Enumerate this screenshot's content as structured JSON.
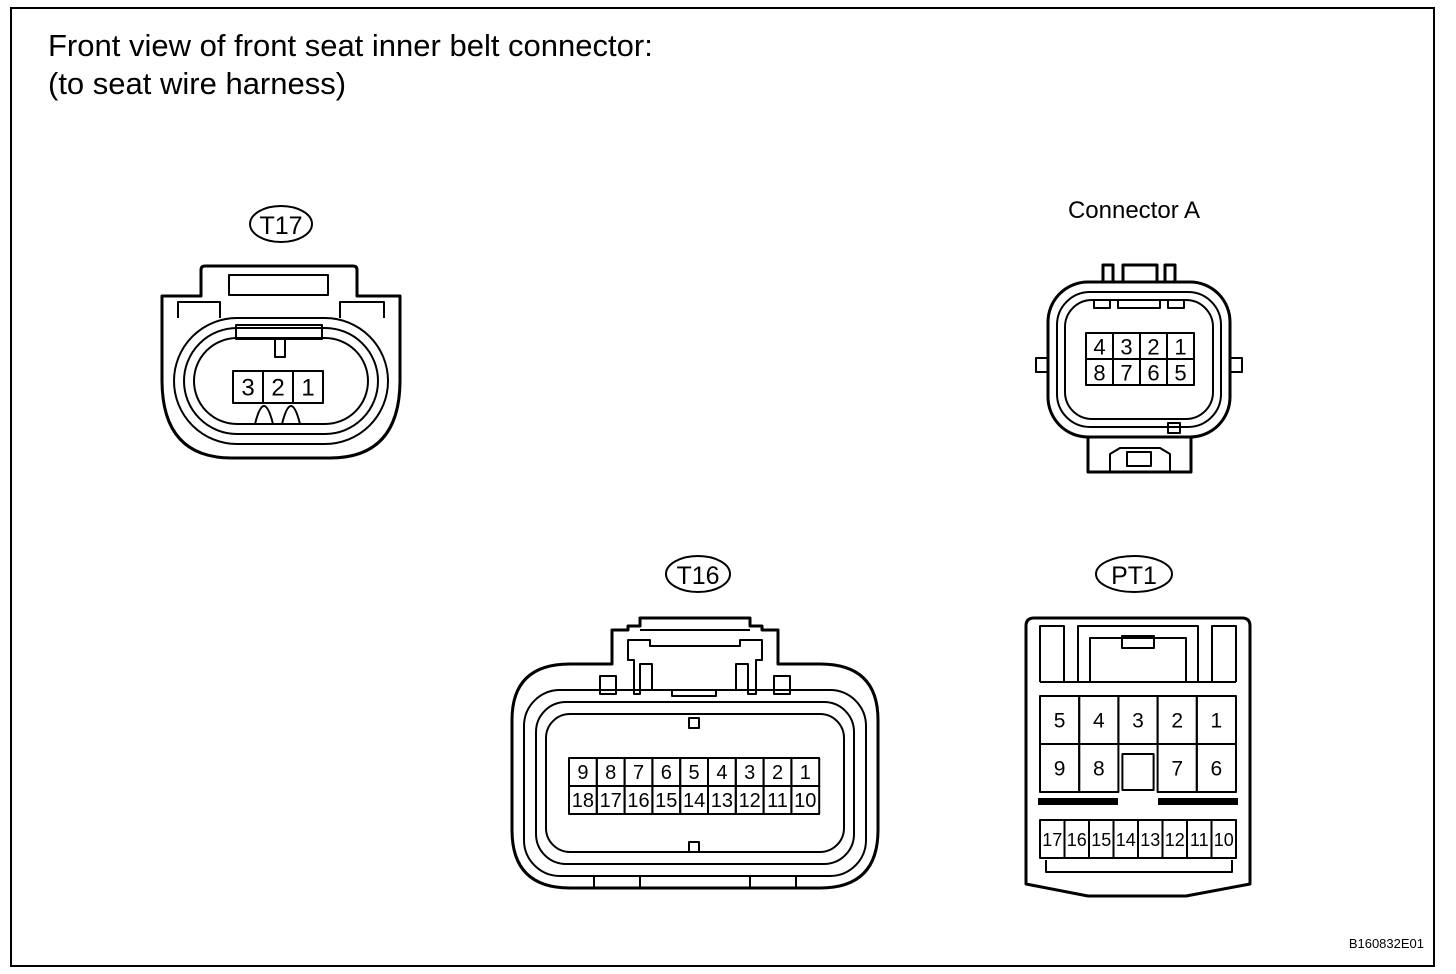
{
  "title": {
    "line1": "Front view of front seat inner belt connector:",
    "line2": "(to seat wire harness)"
  },
  "figure_code": "B160832E01",
  "connectors": {
    "t17": {
      "label": "T17",
      "pins": [
        "3",
        "2",
        "1"
      ]
    },
    "connector_a": {
      "label": "Connector A",
      "rows": [
        [
          "4",
          "3",
          "2",
          "1"
        ],
        [
          "8",
          "7",
          "6",
          "5"
        ]
      ]
    },
    "t16": {
      "label": "T16",
      "rows": [
        [
          "9",
          "8",
          "7",
          "6",
          "5",
          "4",
          "3",
          "2",
          "1"
        ],
        [
          "18",
          "17",
          "16",
          "15",
          "14",
          "13",
          "12",
          "11",
          "10"
        ]
      ]
    },
    "pt1": {
      "label": "PT1",
      "rows": [
        [
          "5",
          "4",
          "3",
          "2",
          "1"
        ],
        [
          "9",
          "8",
          "",
          "7",
          "6"
        ],
        [
          "17",
          "16",
          "15",
          "14",
          "13",
          "12",
          "11",
          "10"
        ]
      ]
    }
  }
}
